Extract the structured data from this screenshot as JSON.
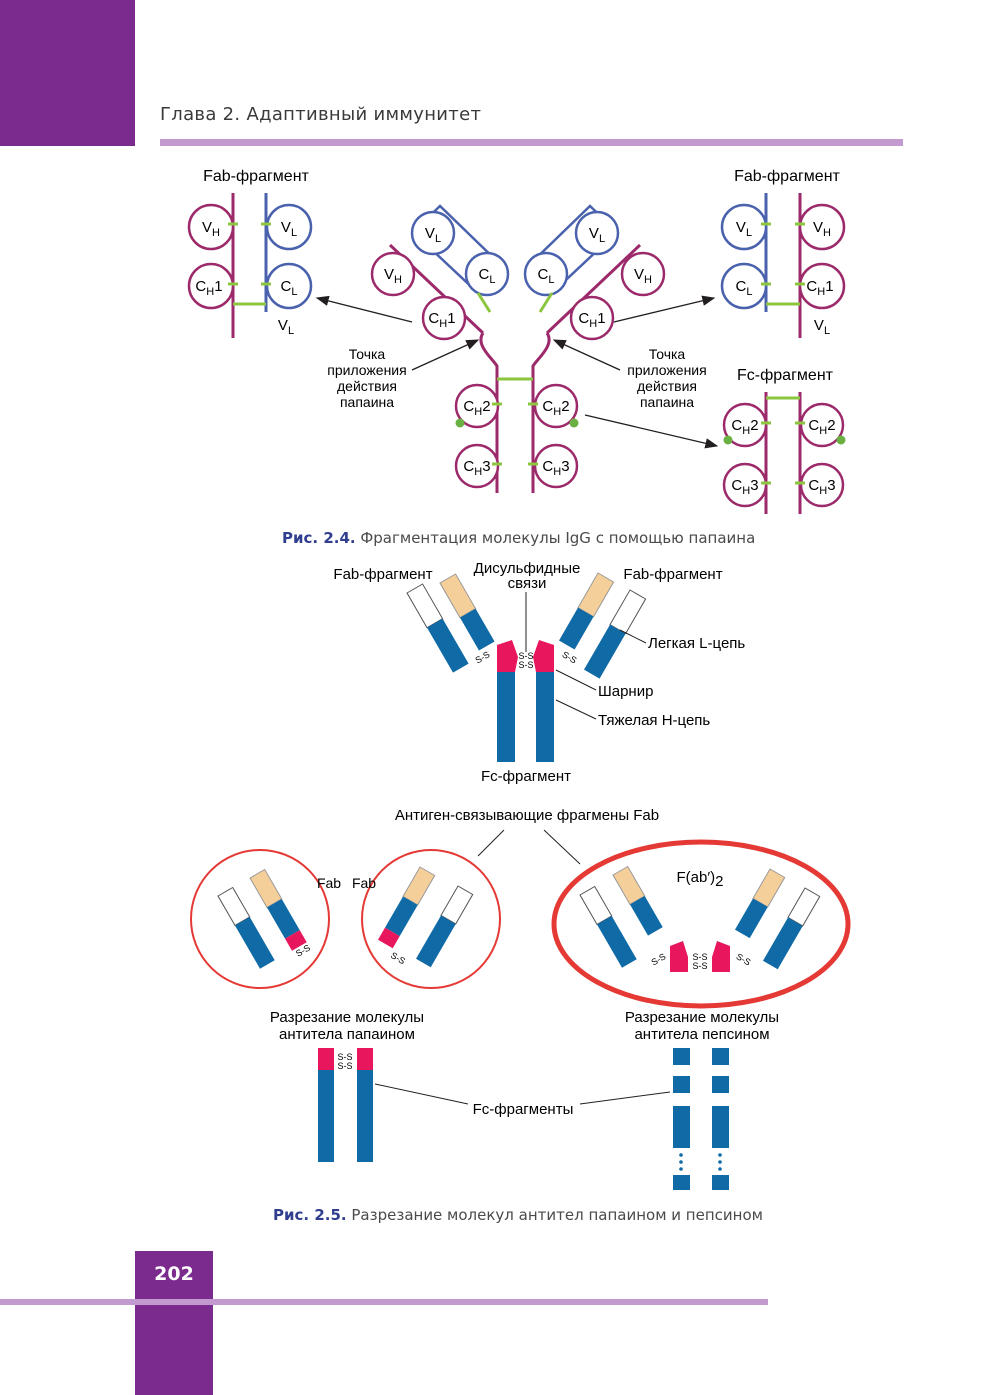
{
  "header": {
    "chapter": "Глава 2. Адаптивный иммунитет"
  },
  "fig24": {
    "fab_label_left": "Fab-фрагмент",
    "fab_label_right": "Fab-фрагмент",
    "fc_label": "Fc-фрагмент",
    "papain_left": [
      "Точка",
      "приложения",
      "действия",
      "папаина"
    ],
    "papain_right": [
      "Точка",
      "приложения",
      "действия",
      "папаина"
    ],
    "caption_bold": "Рис. 2.4.",
    "caption_text": "Фрагментация молекулы IgG с помощью папаина"
  },
  "fig25": {
    "fab_left": "Fab-фрагмент",
    "fab_right": "Fab-фрагмент",
    "disulfide": [
      "Дисульфидные",
      "связи"
    ],
    "light_chain": "Легкая L-цепь",
    "hinge": "Шарнир",
    "heavy_chain": "Тяжелая H-цепь",
    "fc_fragment": "Fc-фрагмент",
    "antigen_binding": "Антиген-связывающие фрагмены Fab",
    "fab1": "Fab",
    "fab2": "Fab",
    "fab2_label": "F(ab′)",
    "fab2_sub": "2",
    "papain_cut": [
      "Разрезание молекулы",
      "антитела папаином"
    ],
    "pepsin_cut": [
      "Разрезание молекулы",
      "антитела пепсином"
    ],
    "fc_fragments": "Fc-фрагменты",
    "ss": "S-S",
    "caption_bold": "Рис. 2.5.",
    "caption_text": "Разрезание молекул антител папаином и пепсином"
  },
  "footer": {
    "page": "202"
  },
  "colors": {
    "brand": "#7b2a8e",
    "rule": "#c29ad0",
    "heavy": "#9c2a6b",
    "light": "#4a62ad",
    "bond": "#8cc63f",
    "blue": "#0f6aa6",
    "hinge": "#e8175d",
    "fab_tan": "#f5cf9a",
    "ellipse": "#e53935"
  }
}
